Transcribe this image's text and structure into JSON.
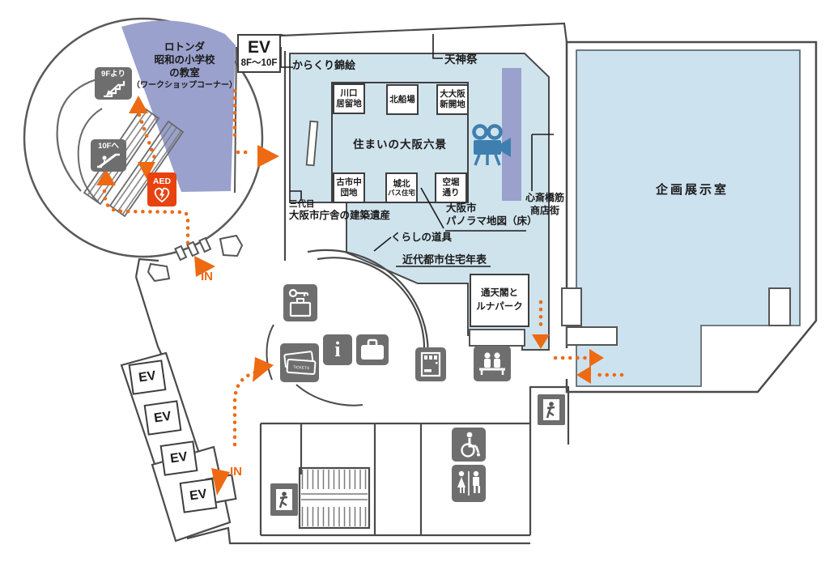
{
  "colors": {
    "floor_blue": "#cfe3ed",
    "exhibition_blue": "#cde2ef",
    "zone_purple": "#9aa1cc",
    "route_orange": "#ed6a13",
    "icon_gray": "#6e6e6e",
    "aed_red": "#e8420e",
    "projector_blue": "#3f7fb0",
    "wall_gray": "#4a4a4a"
  },
  "rotunda": {
    "zone_lines": [
      "ロトンダ",
      "昭和の小学校",
      "の教室"
    ],
    "zone_note": "（ワークショップコーナー）",
    "from_9f": "9Fより",
    "to_10f": "10Fへ",
    "aed": "AED"
  },
  "elevator_top": {
    "label": "EV",
    "floors": "8F〜10F"
  },
  "elevator_bank": [
    "EV",
    "EV",
    "EV",
    "EV"
  ],
  "hall": {
    "title": "住まいの大阪六景",
    "scenes": [
      [
        "川口",
        "居留地"
      ],
      [
        "北船場",
        ""
      ],
      [
        "大大阪",
        "新開地"
      ],
      [
        "古市中",
        "団地"
      ],
      [
        "城北",
        "バス住宅"
      ],
      [
        "空堀",
        "通り"
      ]
    ],
    "callout_karakuri": "からくり錦絵",
    "callout_tenjinmatsuri": "天神祭",
    "callout_shinsaibashi": [
      "心斎橋筋",
      "商店街"
    ],
    "callout_cityhall": [
      "三代目",
      "大阪市庁舎の建築遺産"
    ],
    "callout_panorama": [
      "大阪市",
      "パノラマ地図（床）"
    ],
    "callout_kurashi": "くらしの道具",
    "callout_nenpyo": "近代都市住宅年表",
    "callout_tsutenkaku": [
      "通天閣と",
      "ルナパーク"
    ]
  },
  "rooms": {
    "special_exhibition": "企画展示室"
  },
  "nav": {
    "in1": "IN",
    "in2": "IN"
  },
  "icons": {
    "tickets": "TICKETS",
    "info": "i"
  }
}
